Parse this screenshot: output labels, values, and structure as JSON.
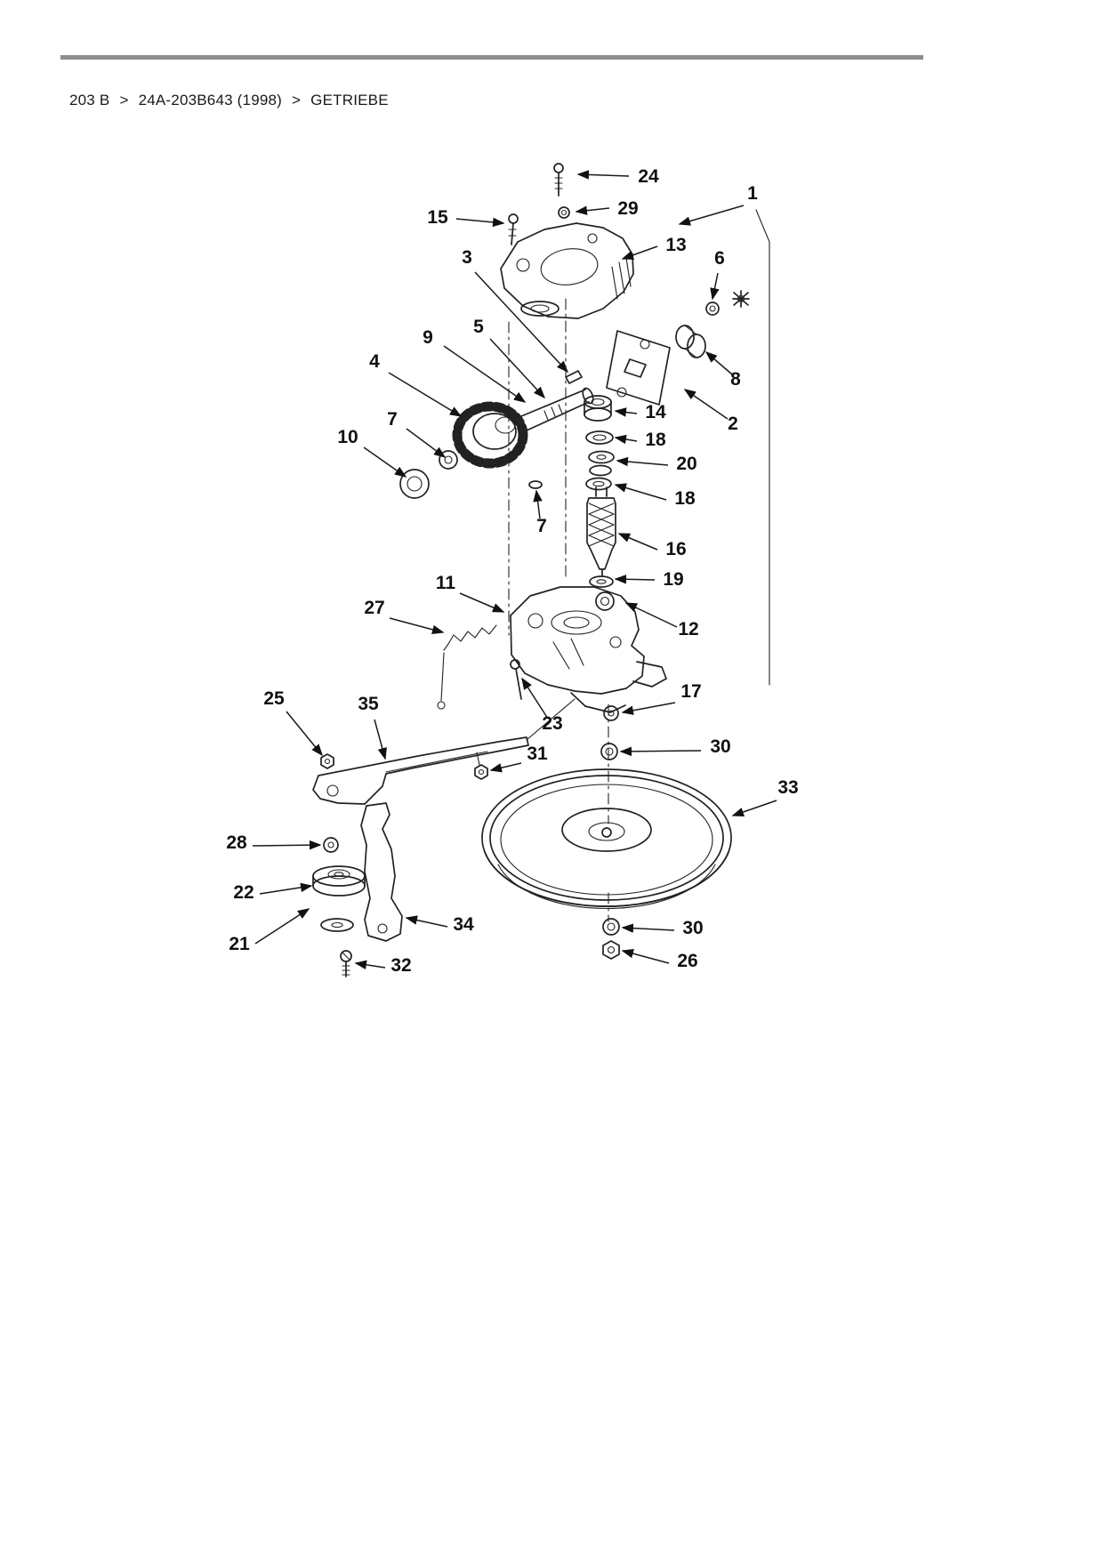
{
  "page": {
    "breadcrumb": {
      "separator": ">",
      "segments": [
        "203 B",
        "24A-203B643 (1998)",
        "GETRIEBE"
      ]
    },
    "colors": {
      "rule": "#8c8c8c",
      "ink": "#1a1a1a"
    }
  },
  "diagram": {
    "callouts": [
      {
        "label": "24"
      },
      {
        "label": "29"
      },
      {
        "label": "15"
      },
      {
        "label": "1"
      },
      {
        "label": "13"
      },
      {
        "label": "6"
      },
      {
        "label": "3"
      },
      {
        "label": "9"
      },
      {
        "label": "5"
      },
      {
        "label": "4"
      },
      {
        "label": "7"
      },
      {
        "label": "10"
      },
      {
        "label": "14"
      },
      {
        "label": "18"
      },
      {
        "label": "20"
      },
      {
        "label": "18"
      },
      {
        "label": "16"
      },
      {
        "label": "8"
      },
      {
        "label": "2"
      },
      {
        "label": "7"
      },
      {
        "label": "19"
      },
      {
        "label": "11"
      },
      {
        "label": "27"
      },
      {
        "label": "12"
      },
      {
        "label": "17"
      },
      {
        "label": "23"
      },
      {
        "label": "25"
      },
      {
        "label": "35"
      },
      {
        "label": "31"
      },
      {
        "label": "30"
      },
      {
        "label": "33"
      },
      {
        "label": "28"
      },
      {
        "label": "22"
      },
      {
        "label": "21"
      },
      {
        "label": "34"
      },
      {
        "label": "30"
      },
      {
        "label": "26"
      },
      {
        "label": "32"
      }
    ]
  }
}
